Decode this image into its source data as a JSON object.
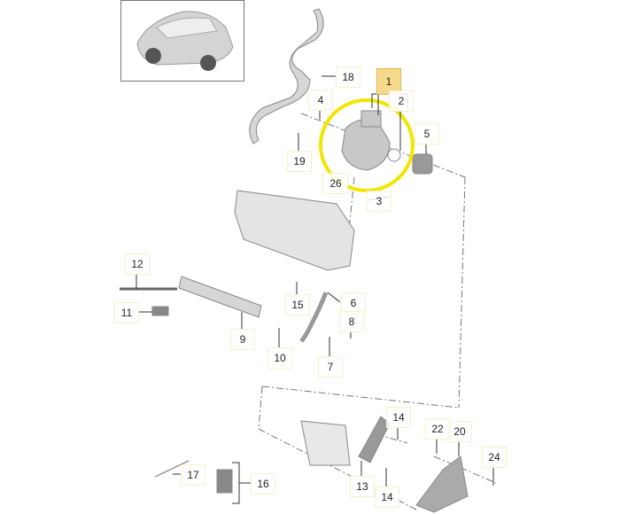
{
  "diagram": {
    "title_thumbnail": "vehicle-overview",
    "highlight_color": "#f2e600",
    "selected_color": "#f6d98a",
    "selected_part": "1",
    "callouts": [
      {
        "id": "c1",
        "label": "1",
        "selected": true
      },
      {
        "id": "c2",
        "label": "2"
      },
      {
        "id": "c3",
        "label": "3"
      },
      {
        "id": "c4",
        "label": "4"
      },
      {
        "id": "c5",
        "label": "5"
      },
      {
        "id": "c6",
        "label": "6"
      },
      {
        "id": "c7",
        "label": "7"
      },
      {
        "id": "c8",
        "label": "8"
      },
      {
        "id": "c9",
        "label": "9"
      },
      {
        "id": "c10",
        "label": "10"
      },
      {
        "id": "c11",
        "label": "11"
      },
      {
        "id": "c12",
        "label": "12"
      },
      {
        "id": "c13",
        "label": "13"
      },
      {
        "id": "c14a",
        "label": "14"
      },
      {
        "id": "c14b",
        "label": "14"
      },
      {
        "id": "c15",
        "label": "15"
      },
      {
        "id": "c16",
        "label": "16"
      },
      {
        "id": "c17",
        "label": "17"
      },
      {
        "id": "c18",
        "label": "18"
      },
      {
        "id": "c19",
        "label": "19"
      },
      {
        "id": "c20",
        "label": "20"
      },
      {
        "id": "c22",
        "label": "22"
      },
      {
        "id": "c24",
        "label": "24"
      },
      {
        "id": "c26",
        "label": "26"
      }
    ]
  }
}
